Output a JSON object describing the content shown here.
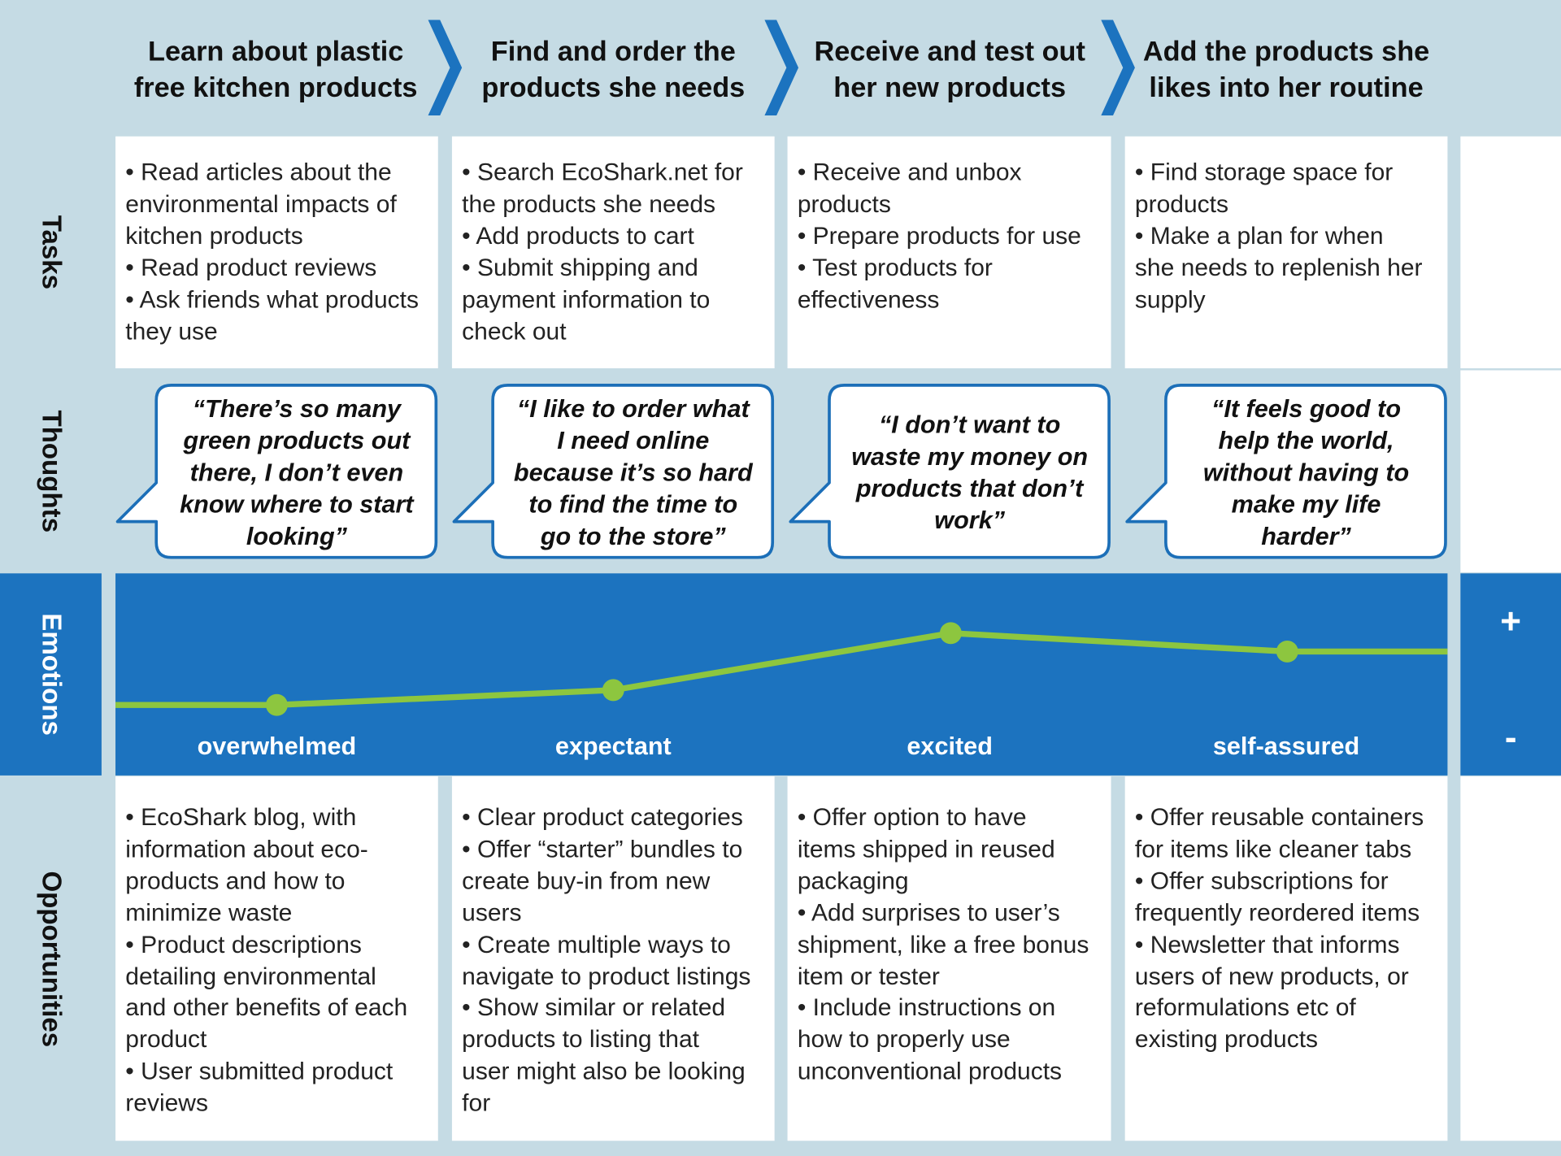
{
  "phases": [
    {
      "title": [
        "Learn about plastic",
        "free kitchen products"
      ]
    },
    {
      "title": [
        "Find and order the",
        "products she needs"
      ]
    },
    {
      "title": [
        "Receive and test out",
        "her new products"
      ]
    },
    {
      "title": [
        "Add the products she",
        "likes into her routine"
      ]
    }
  ],
  "rows": {
    "tasks": "Tasks",
    "thoughts": "Thoughts",
    "emotions": "Emotions",
    "opportunities": "Opportunities"
  },
  "tasks": [
    [
      "• Read articles about the",
      "environmental impacts of",
      "kitchen products",
      "• Read product reviews",
      "• Ask friends what products",
      "they use"
    ],
    [
      "• Search EcoShark.net for",
      "the products she needs",
      "• Add products to cart",
      "• Submit shipping and",
      "payment information to",
      "check out"
    ],
    [
      "• Receive and unbox",
      "products",
      "• Prepare products for use",
      "• Test products for",
      "effectiveness"
    ],
    [
      "• Find storage space for",
      "products",
      "• Make a plan for when",
      "she needs to replenish her",
      "supply"
    ]
  ],
  "thoughts": [
    [
      "“There’s so many",
      "green products out",
      "there, I don’t even",
      "know where to start",
      "looking”"
    ],
    [
      "“I like to order what",
      "I need online",
      "because it’s so hard",
      "to find the time to",
      "go to the store”"
    ],
    [
      "“I don’t want to",
      "waste my money on",
      "products that don’t",
      "work”"
    ],
    [
      "“It feels good to",
      "help the world,",
      "without having to",
      "make my life",
      "harder”"
    ]
  ],
  "emotions": {
    "labels": [
      "overwhelmed",
      "expectant",
      "excited",
      "self-assured"
    ],
    "levels": [
      0.1,
      0.27,
      0.92,
      0.71
    ],
    "plus": "+",
    "minus": "-",
    "line_color": "#8dc63f",
    "band_color": "#1c73bf"
  },
  "opportunities": [
    [
      "• EcoShark blog, with",
      "information about eco-",
      "products and how to",
      "minimize waste",
      "• Product descriptions",
      "detailing environmental",
      "and other benefits of each",
      "product",
      "• User submitted product",
      "reviews"
    ],
    [
      "• Clear product categories",
      "• Offer “starter” bundles to",
      "create buy-in from new",
      "users",
      "• Create multiple ways to",
      "navigate to product listings",
      "• Show similar or related",
      "products to listing that",
      "user might also be looking",
      "for"
    ],
    [
      "• Offer option to have",
      "items shipped in reused",
      "packaging",
      "• Add surprises to user’s",
      "shipment, like a free bonus",
      "item or tester",
      "• Include instructions on",
      "how to properly use",
      "unconventional products"
    ],
    [
      "• Offer reusable containers",
      "for items like cleaner tabs",
      "• Offer subscriptions for",
      "frequently reordered items",
      "• Newsletter that informs",
      "users of new products, or",
      "reformulations etc of",
      "existing products"
    ]
  ],
  "colors": {
    "background": "#c5dbe4",
    "accent_blue": "#1c73bf",
    "bubble_border": "#1c6fb8",
    "emotion_line": "#8dc63f"
  }
}
